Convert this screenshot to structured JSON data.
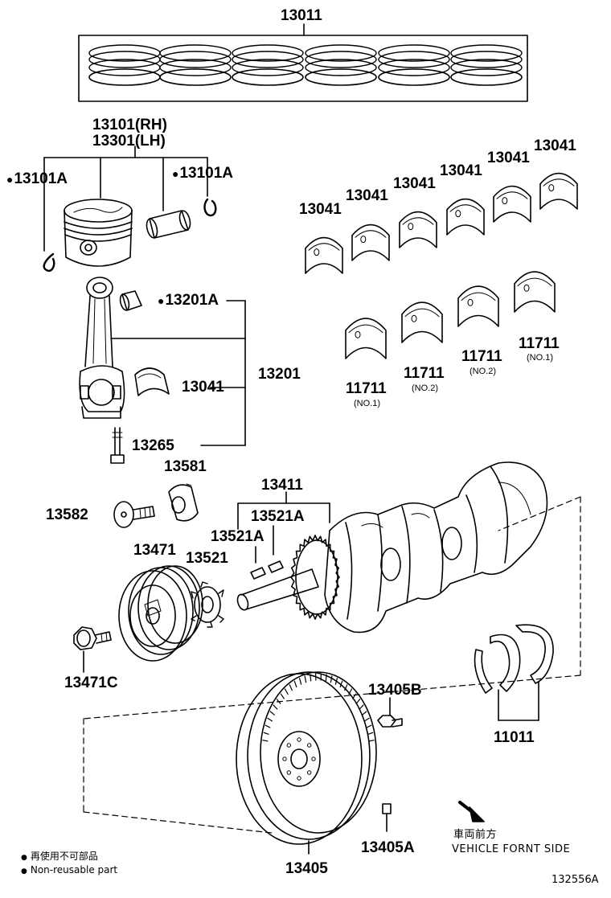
{
  "parts": {
    "piston_ring_set": "13011",
    "piston_rh": "13101(RH)",
    "piston_lh": "13301(LH)",
    "snap_ring_left": "13101A",
    "snap_ring_right": "13101A",
    "conrod_bushing": "13201A",
    "conrod_assy": "13201",
    "conrod_bearing": "13041",
    "conrod_bolt": "13265",
    "main_bearings_upper": [
      "13041",
      "13041",
      "13041",
      "13041",
      "13041",
      "13041"
    ],
    "main_bearings_lower": [
      {
        "code": "11711",
        "note": "(NO.1)"
      },
      {
        "code": "11711",
        "note": "(NO.2)"
      },
      {
        "code": "11711",
        "note": "(NO.2)"
      },
      {
        "code": "11711",
        "note": "(NO.1)"
      }
    ],
    "sprocket_flange": "13581",
    "flange_bolt": "13582",
    "crankshaft": "13411",
    "crank_key_a": "13521A",
    "crank_key_b": "13521A",
    "crank_sprocket": "13521",
    "crank_pulley": "13471",
    "pulley_bolt": "13471C",
    "thrust_washers": "11011",
    "flywheel_bolt": "13405B",
    "flywheel": "13405",
    "flywheel_pin": "13405A"
  },
  "legend": {
    "jp": "再使用不可部品",
    "en": "Non-reusable part"
  },
  "direction": {
    "jp": "車両前方",
    "en": "VEHICLE FORNT SIDE"
  },
  "figure_id": "132556A"
}
